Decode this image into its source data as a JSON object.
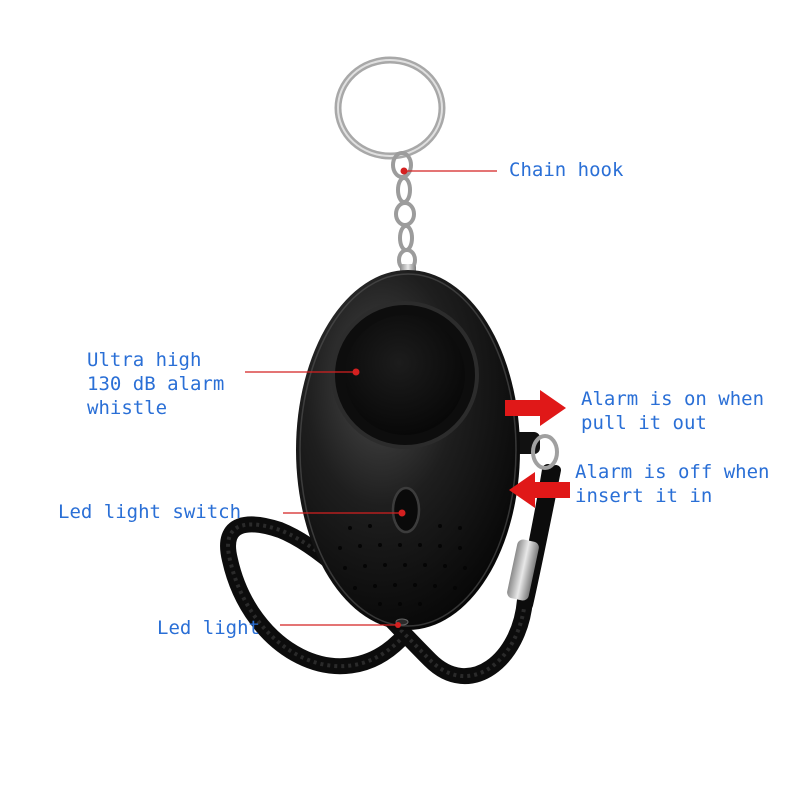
{
  "colors": {
    "label": "#2a6fd6",
    "leader": "#d42020",
    "arrow": "#e01818",
    "device_body": "#151515",
    "device_highlight": "#3a3a3a",
    "speaker": "#0a0a0a",
    "metal": "#b8b8b8",
    "strap": "#101010"
  },
  "labels": {
    "chain_hook": "Chain hook",
    "alarm_whistle": "Ultra high\n130 dB alarm\nwhistle",
    "alarm_on": "Alarm is on when\npull it out",
    "alarm_off": "Alarm is off when\ninsert it in",
    "led_switch": "Led light switch",
    "led_light": "Led light"
  }
}
